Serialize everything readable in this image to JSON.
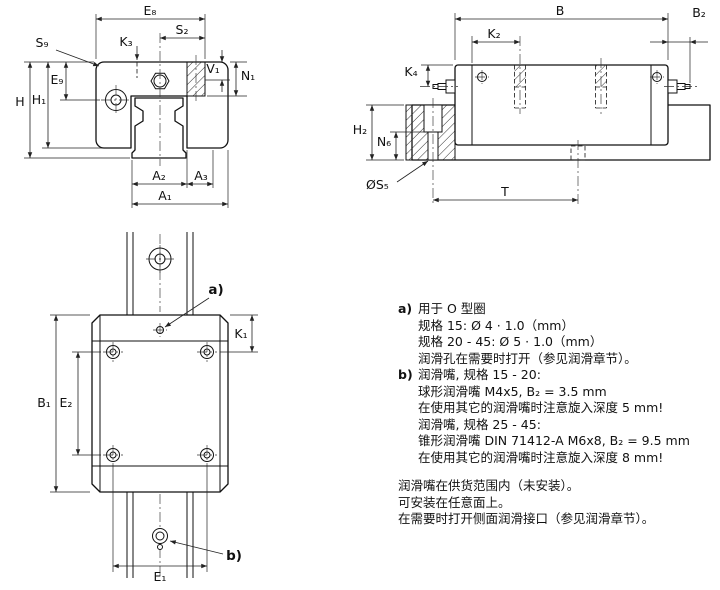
{
  "drawing": {
    "dims": {
      "E8": "E₈",
      "S9": "S₉",
      "K3": "K₃",
      "S2": "S₂",
      "V1": "V₁",
      "N1": "N₁",
      "H": "H",
      "H1": "H₁",
      "E9": "E₉",
      "A2": "A₂",
      "A3": "A₃",
      "A1": "A₁",
      "B": "B",
      "K2": "K₂",
      "B2": "B₂",
      "K4": "K₄",
      "H2": "H₂",
      "N6": "N₆",
      "S5": "ØS₅",
      "T": "T",
      "K1": "K₁",
      "B1": "B₁",
      "E2": "E₂",
      "E1": "E₁"
    },
    "callouts": {
      "a": "a)",
      "b": "b)"
    }
  },
  "notes": {
    "a": {
      "label": "a)",
      "lines": [
        "用于 O 型圈",
        "规格 15: Ø 4 · 1.0（mm）",
        "规格 20 - 45: Ø 5 · 1.0（mm）",
        "润滑孔在需要时打开（参见润滑章节）。"
      ]
    },
    "b": {
      "label": "b)",
      "lines": [
        "润滑嘴, 规格 15 - 20:",
        "球形润滑嘴 M4x5, B₂ = 3.5 mm",
        "在使用其它的润滑嘴时注意旋入深度 5 mm!",
        "润滑嘴, 规格 25 - 45:",
        "锥形润滑嘴 DIN 71412-A M6x8, B₂ = 9.5 mm",
        "在使用其它的润滑嘴时注意旋入深度 8 mm!"
      ]
    },
    "footer": [
      "润滑嘴在供货范围内（未安装）。",
      "可安装在任意面上。",
      "在需要时打开侧面润滑接口（参见润滑章节）。"
    ]
  }
}
